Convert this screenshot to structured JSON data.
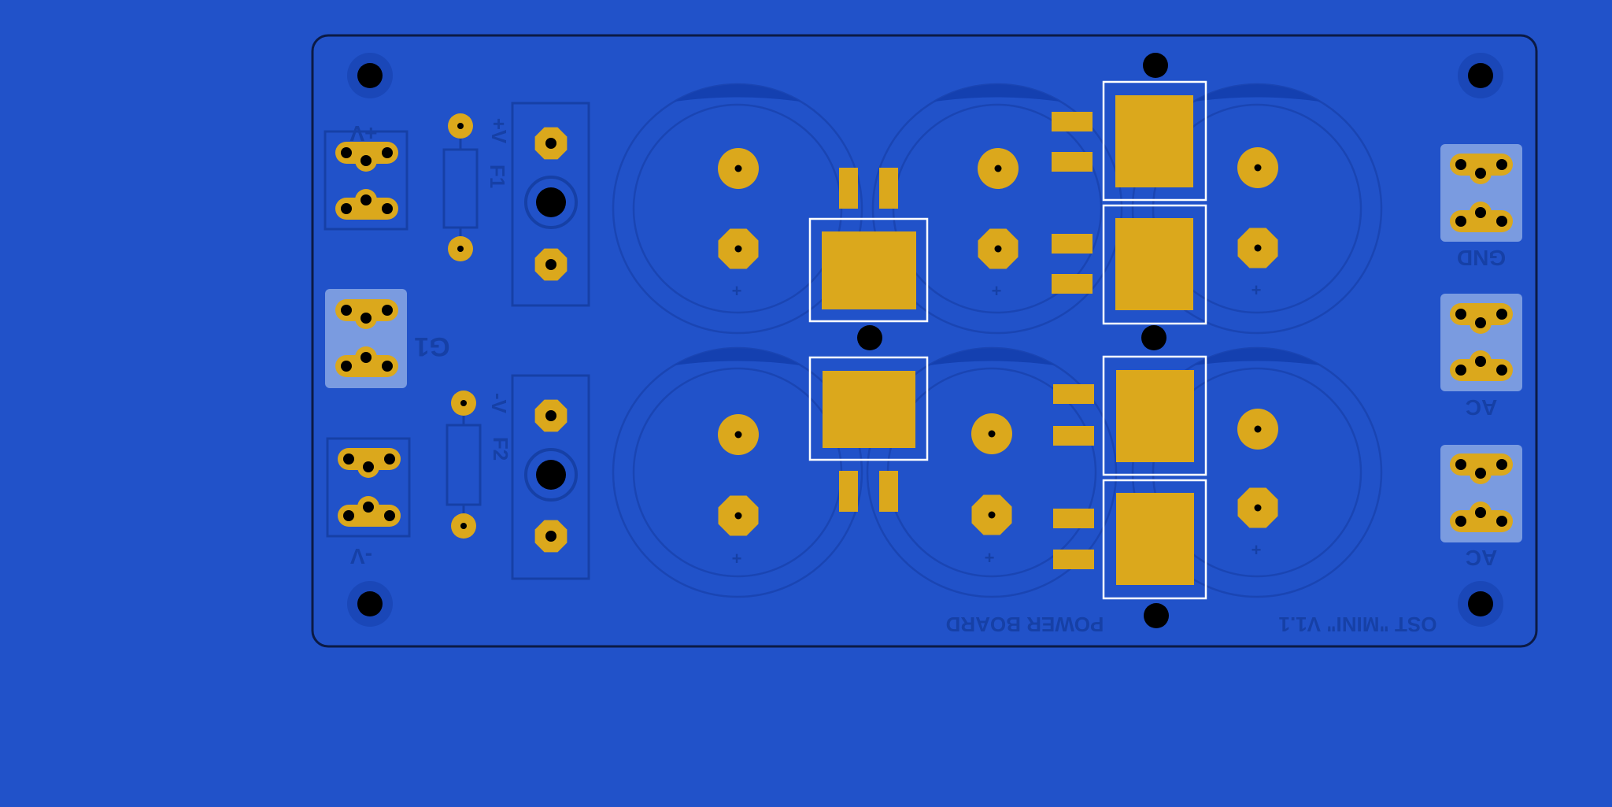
{
  "colors": {
    "background": "#2152c9",
    "copper": "#dba81c",
    "silkscreen": "#1640a6",
    "outline": "#0b1a45",
    "courtyard": "#ffffff",
    "hole": "#000000",
    "pad_highlight": "#7a9be0"
  },
  "board": {
    "title": "OST \"MINI\" V1.1",
    "subtitle": "POWER BOARD"
  },
  "labels": {
    "v_plus": "+V",
    "v_minus": "-V",
    "g1": "G1",
    "f1": "F1",
    "f2": "F2",
    "reg_v_plus": "+V",
    "reg_v_minus": "-V",
    "gnd": "GND",
    "ac_top": "AC",
    "ac_bottom": "AC",
    "cap_polarity": "+"
  }
}
